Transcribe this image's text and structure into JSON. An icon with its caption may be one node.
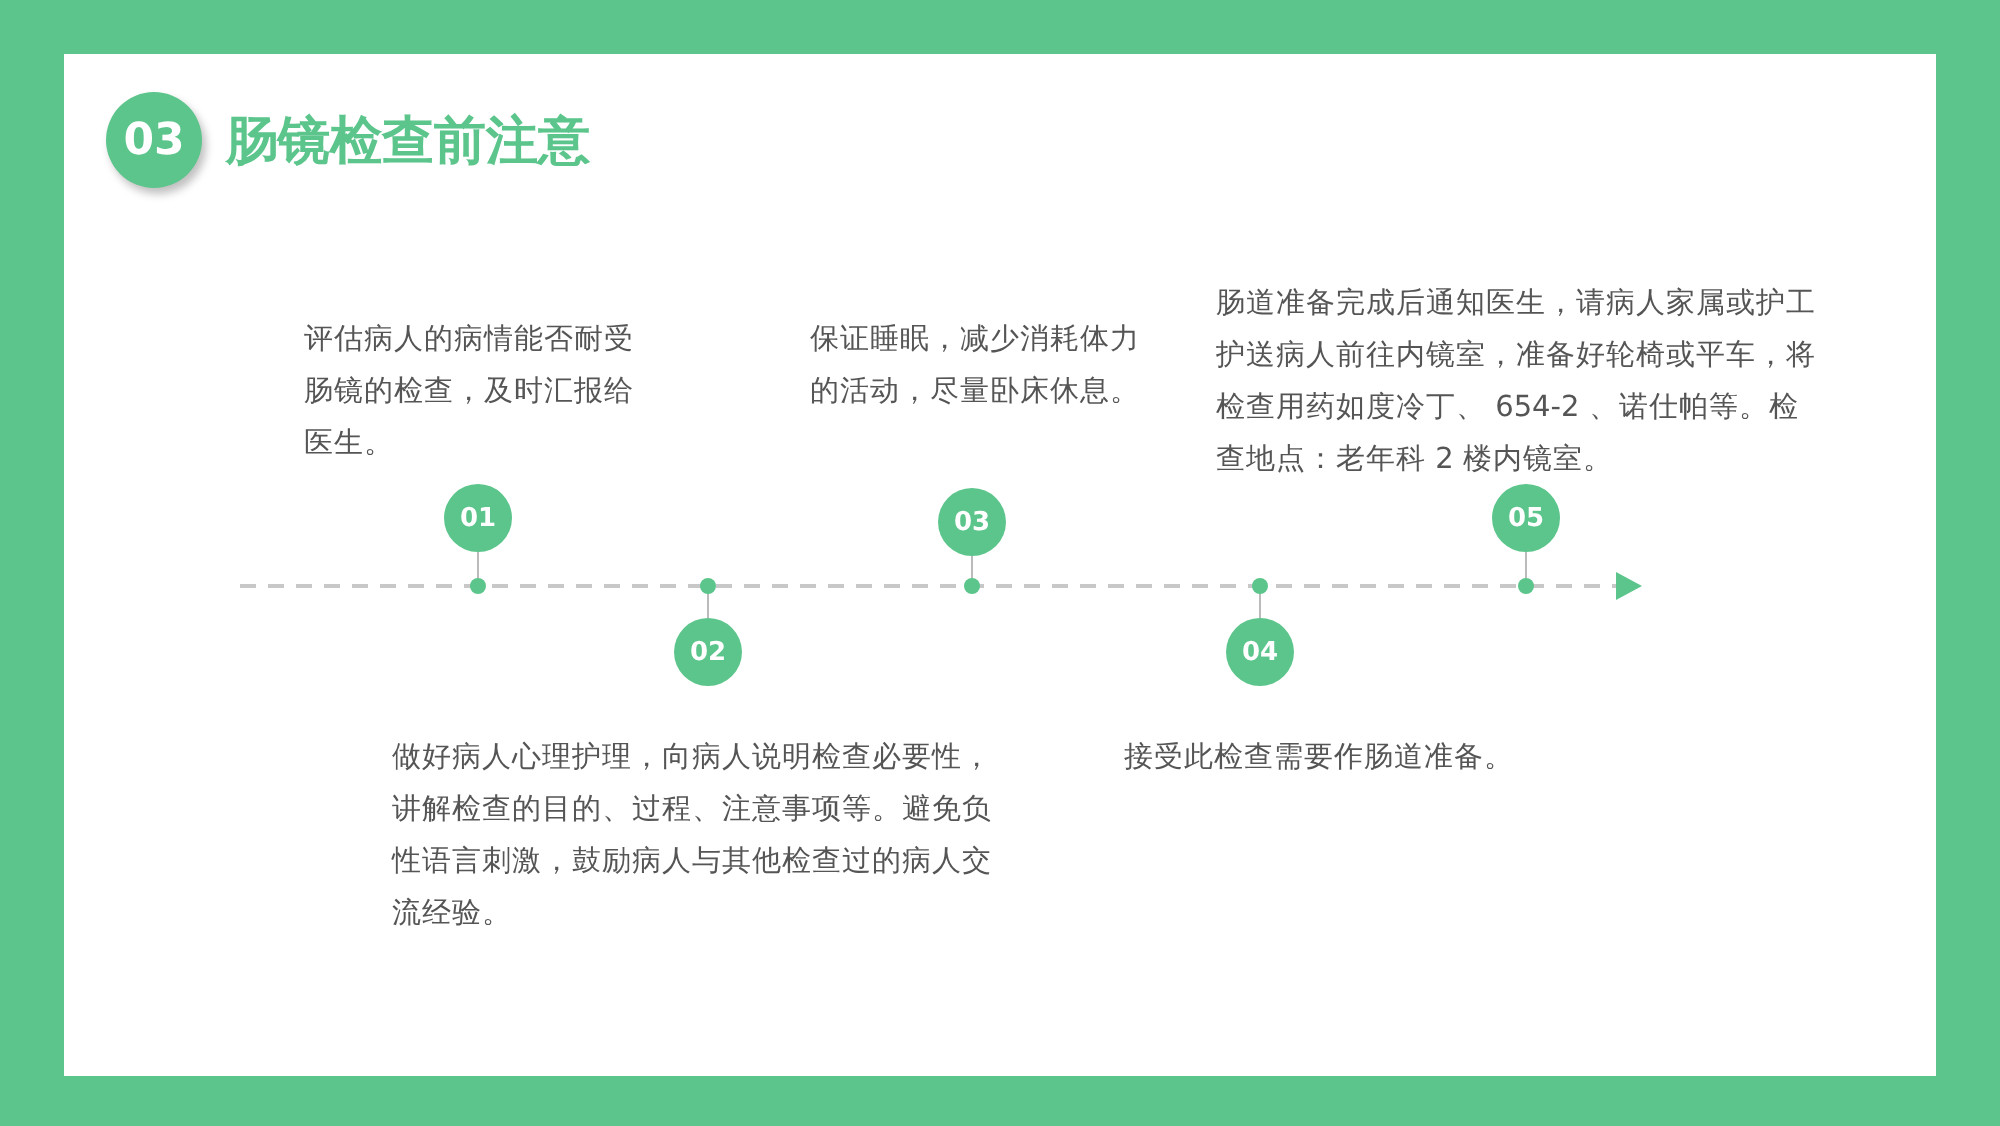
{
  "diagram": {
    "title": "肠镜检查前注意",
    "nodes": [
      {
        "text": [
          "01"
        ],
        "beside": [
          "评估病人的病情能否耐受肠镜的检查，及时汇报给医生。"
        ]
      },
      {
        "text": [
          "02"
        ],
        "beside": [
          "做好病人心理护理，向病人说明检查必要性，讲解检查的目的、过程、注意事项等。避免负性语言刺激，鼓励病人与其他检查过的病人交流经验。"
        ]
      },
      {
        "text": [
          "03"
        ],
        "beside": [
          "保证睡眠，减少消耗体力的活动，尽量卧床休息。"
        ]
      },
      {
        "text": [
          "04"
        ],
        "beside": [
          "接受此检查需要作肠道准备。"
        ]
      },
      {
        "text": [
          "05"
        ],
        "beside": [
          "肠道准备完成后通知医生，请病人家属或护工护送病人前往内镜室，准备好轮椅或平车，将检查用药如度冷丁、 654-2 、诺仕帕等。检查地点：老年科 2 楼内镜室。"
        ]
      }
    ],
    "labels": [
      "03"
    ]
  }
}
